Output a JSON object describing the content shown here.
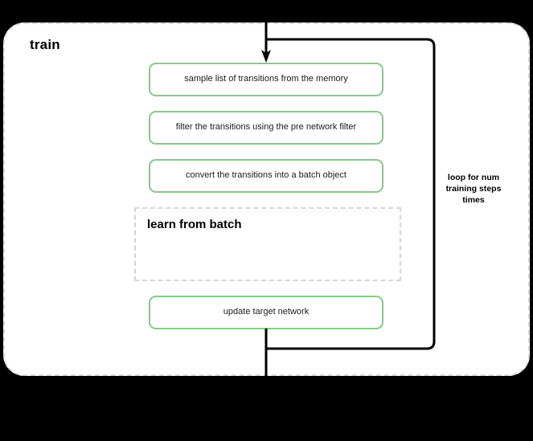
{
  "diagram": {
    "title": "train",
    "background_color": "#000000",
    "canvas_color": "#ffffff",
    "accent_color": "#86c98a",
    "dashed_border_color": "#d9d9d9",
    "connector_color": "#000000",
    "steps": [
      {
        "id": "sample",
        "label": "sample list of transitions from the memory"
      },
      {
        "id": "filter",
        "label": "filter the transitions using the pre network filter"
      },
      {
        "id": "convert",
        "label": "convert the transitions into a batch object"
      },
      {
        "id": "update",
        "label": "update target network"
      }
    ],
    "group": {
      "id": "learn-from-batch",
      "label": "learn from batch"
    },
    "loop": {
      "label": "loop for num training steps times"
    }
  }
}
